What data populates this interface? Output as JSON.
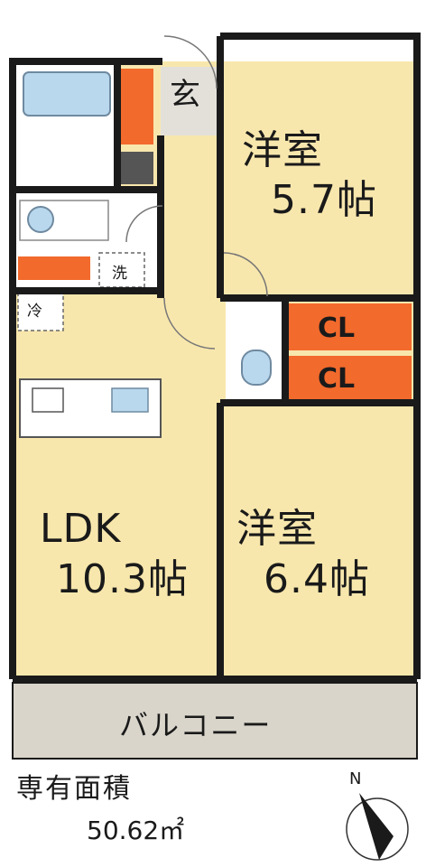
{
  "rooms": {
    "western_room_1": {
      "name": "洋室",
      "size": "5.7帖"
    },
    "western_room_2": {
      "name": "洋室",
      "size": "6.4帖"
    },
    "ldk": {
      "name": "LDK",
      "size": "10.3帖"
    },
    "entrance": "玄",
    "closet_1": "CL",
    "closet_2": "CL",
    "laundry": "洗",
    "fridge": "冷",
    "balcony": "バルコニー"
  },
  "area": {
    "title": "専有面積",
    "value": "50.62㎡"
  },
  "compass": {
    "label": "N"
  },
  "colors": {
    "floor": "#f8e7ad",
    "wall": "#1a1a1a",
    "storage": "#f26a2c",
    "wet_area": "#ffffff",
    "entrance": "#e3e0da",
    "balcony": "#d9d5cb",
    "dark_block": "#555555"
  }
}
